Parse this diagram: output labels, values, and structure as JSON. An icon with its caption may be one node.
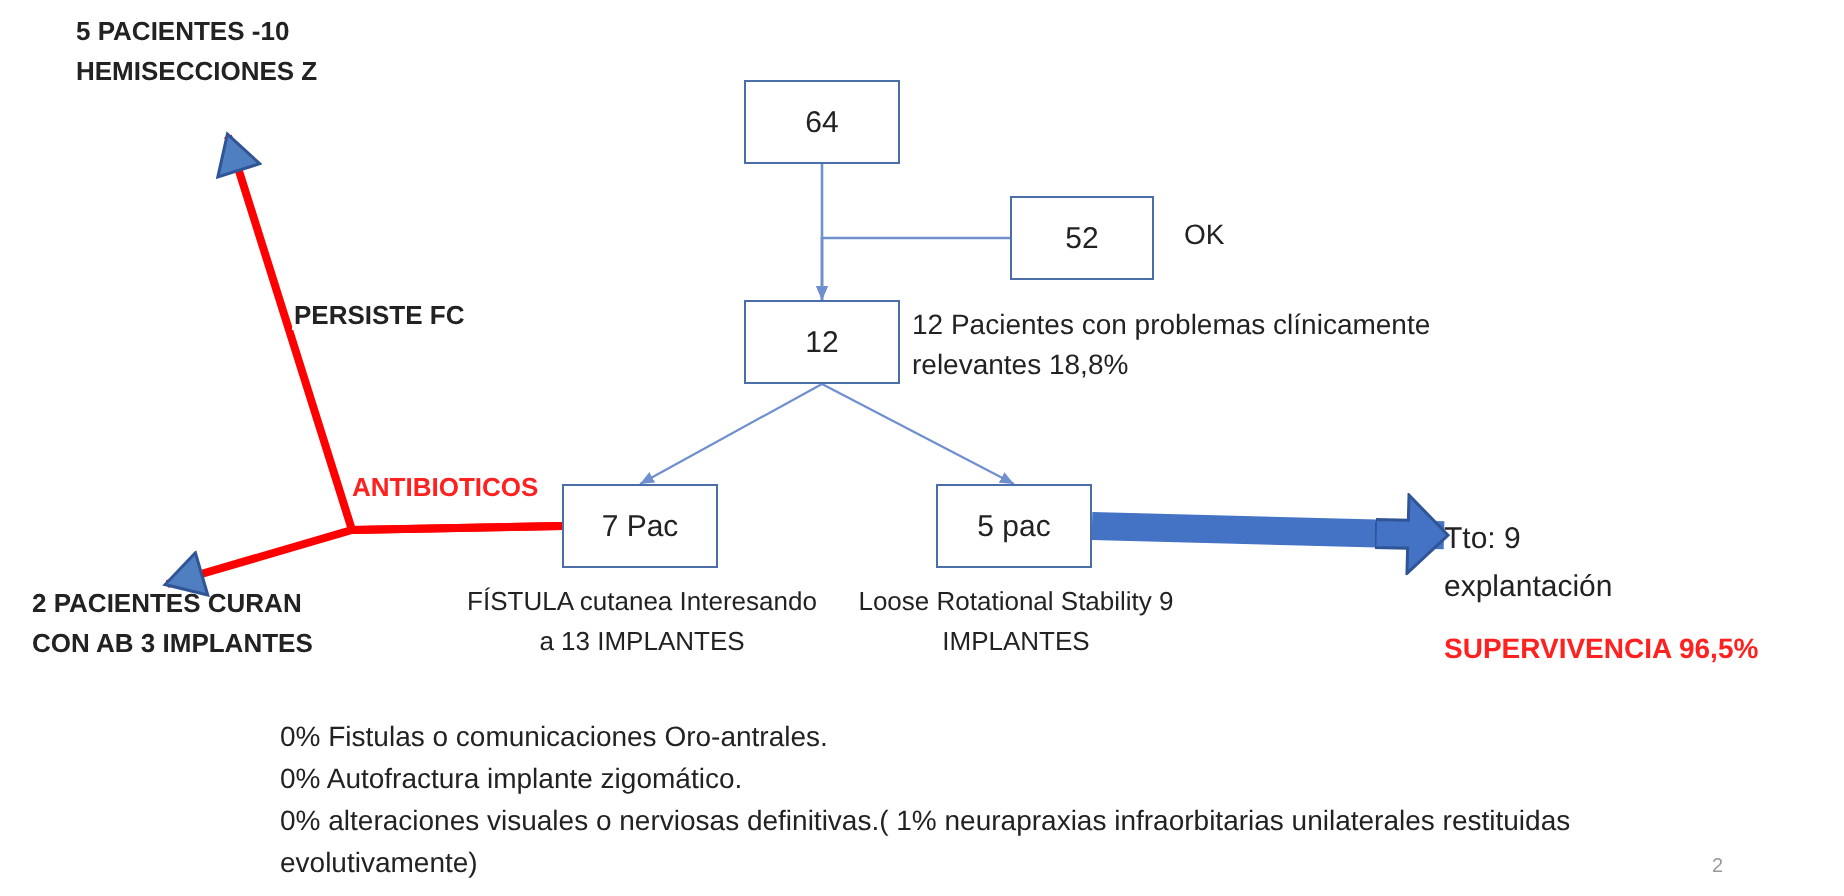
{
  "diagram": {
    "nodes": [
      {
        "text": [
          "64"
        ]
      },
      {
        "text": [
          "52"
        ],
        "beside": [
          "OK"
        ]
      },
      {
        "text": [
          "12"
        ],
        "beside": [
          "12 Pacientes con problemas clínicamente relevantes 18,8%"
        ]
      },
      {
        "text": [
          "7 Pac"
        ],
        "beside": [
          "FÍSTULA cutanea Interesando a 13 IMPLANTES"
        ]
      },
      {
        "text": [
          "5 pac"
        ],
        "beside": [
          "Loose Rotational Stability 9 IMPLANTES"
        ]
      },
      {
        "text": [
          "Tto: 9 explantación",
          "SUPERVIVENCIA 96,5%"
        ]
      },
      {
        "text": [
          "5 PACIENTES -10 HEMISECCIONES Z"
        ]
      },
      {
        "text": [
          "2 PACIENTES CURAN CON AB 3 IMPLANTES"
        ]
      }
    ],
    "edges": [
      {
        "from": 0,
        "to": 2,
        "arrow": "to"
      },
      {
        "from": 1,
        "to": 2,
        "arrow": "to"
      },
      {
        "from": 2,
        "to": 3,
        "arrow": "to"
      },
      {
        "from": 2,
        "to": 4,
        "arrow": "to"
      },
      {
        "from": 4,
        "to": 5,
        "arrow": "to",
        "style": "thick",
        "color": "#4472c4"
      },
      {
        "from": 3,
        "to": 6,
        "arrow": "to",
        "label": "PERSISTE FC",
        "style": "thick",
        "color": "#ff0000"
      },
      {
        "from": 3,
        "to": 7,
        "arrow": "to",
        "label": "ANTIBIOTICOS",
        "style": "thick",
        "color": "#ff0000"
      }
    ],
    "labels": [
      "0% Fistulas o comunicaciones Oro-antrales.",
      "0% Autofractura implante zigomático.",
      "0% alteraciones visuales o nerviosas definitivas.( 1% neurapraxias infraorbitarias unilaterales restituidas evolutivamente)",
      "2"
    ]
  }
}
